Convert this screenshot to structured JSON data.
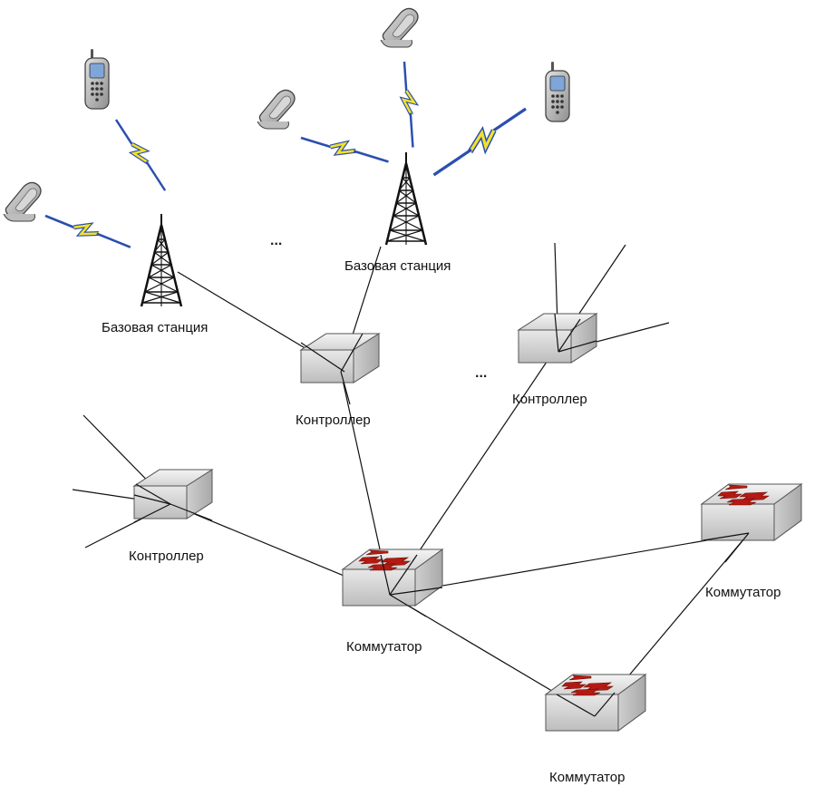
{
  "labels": {
    "base_station": "Базовая станция",
    "controller": "Контроллер",
    "switch": "Коммутатор",
    "ellipsis": "..."
  },
  "colors": {
    "link": "#111111",
    "radio_blue": "#2b4fb0",
    "radio_yellow": "#f2e22a",
    "box_face": "#d8d8d8",
    "arrow_red": "#b41a12",
    "phone_gray": "#a9a9a9"
  },
  "icons": [
    "mobile-phone-icon",
    "flip-phone-icon",
    "tower-icon",
    "controller-box-icon",
    "network-switch-icon",
    "radio-link-icon"
  ]
}
